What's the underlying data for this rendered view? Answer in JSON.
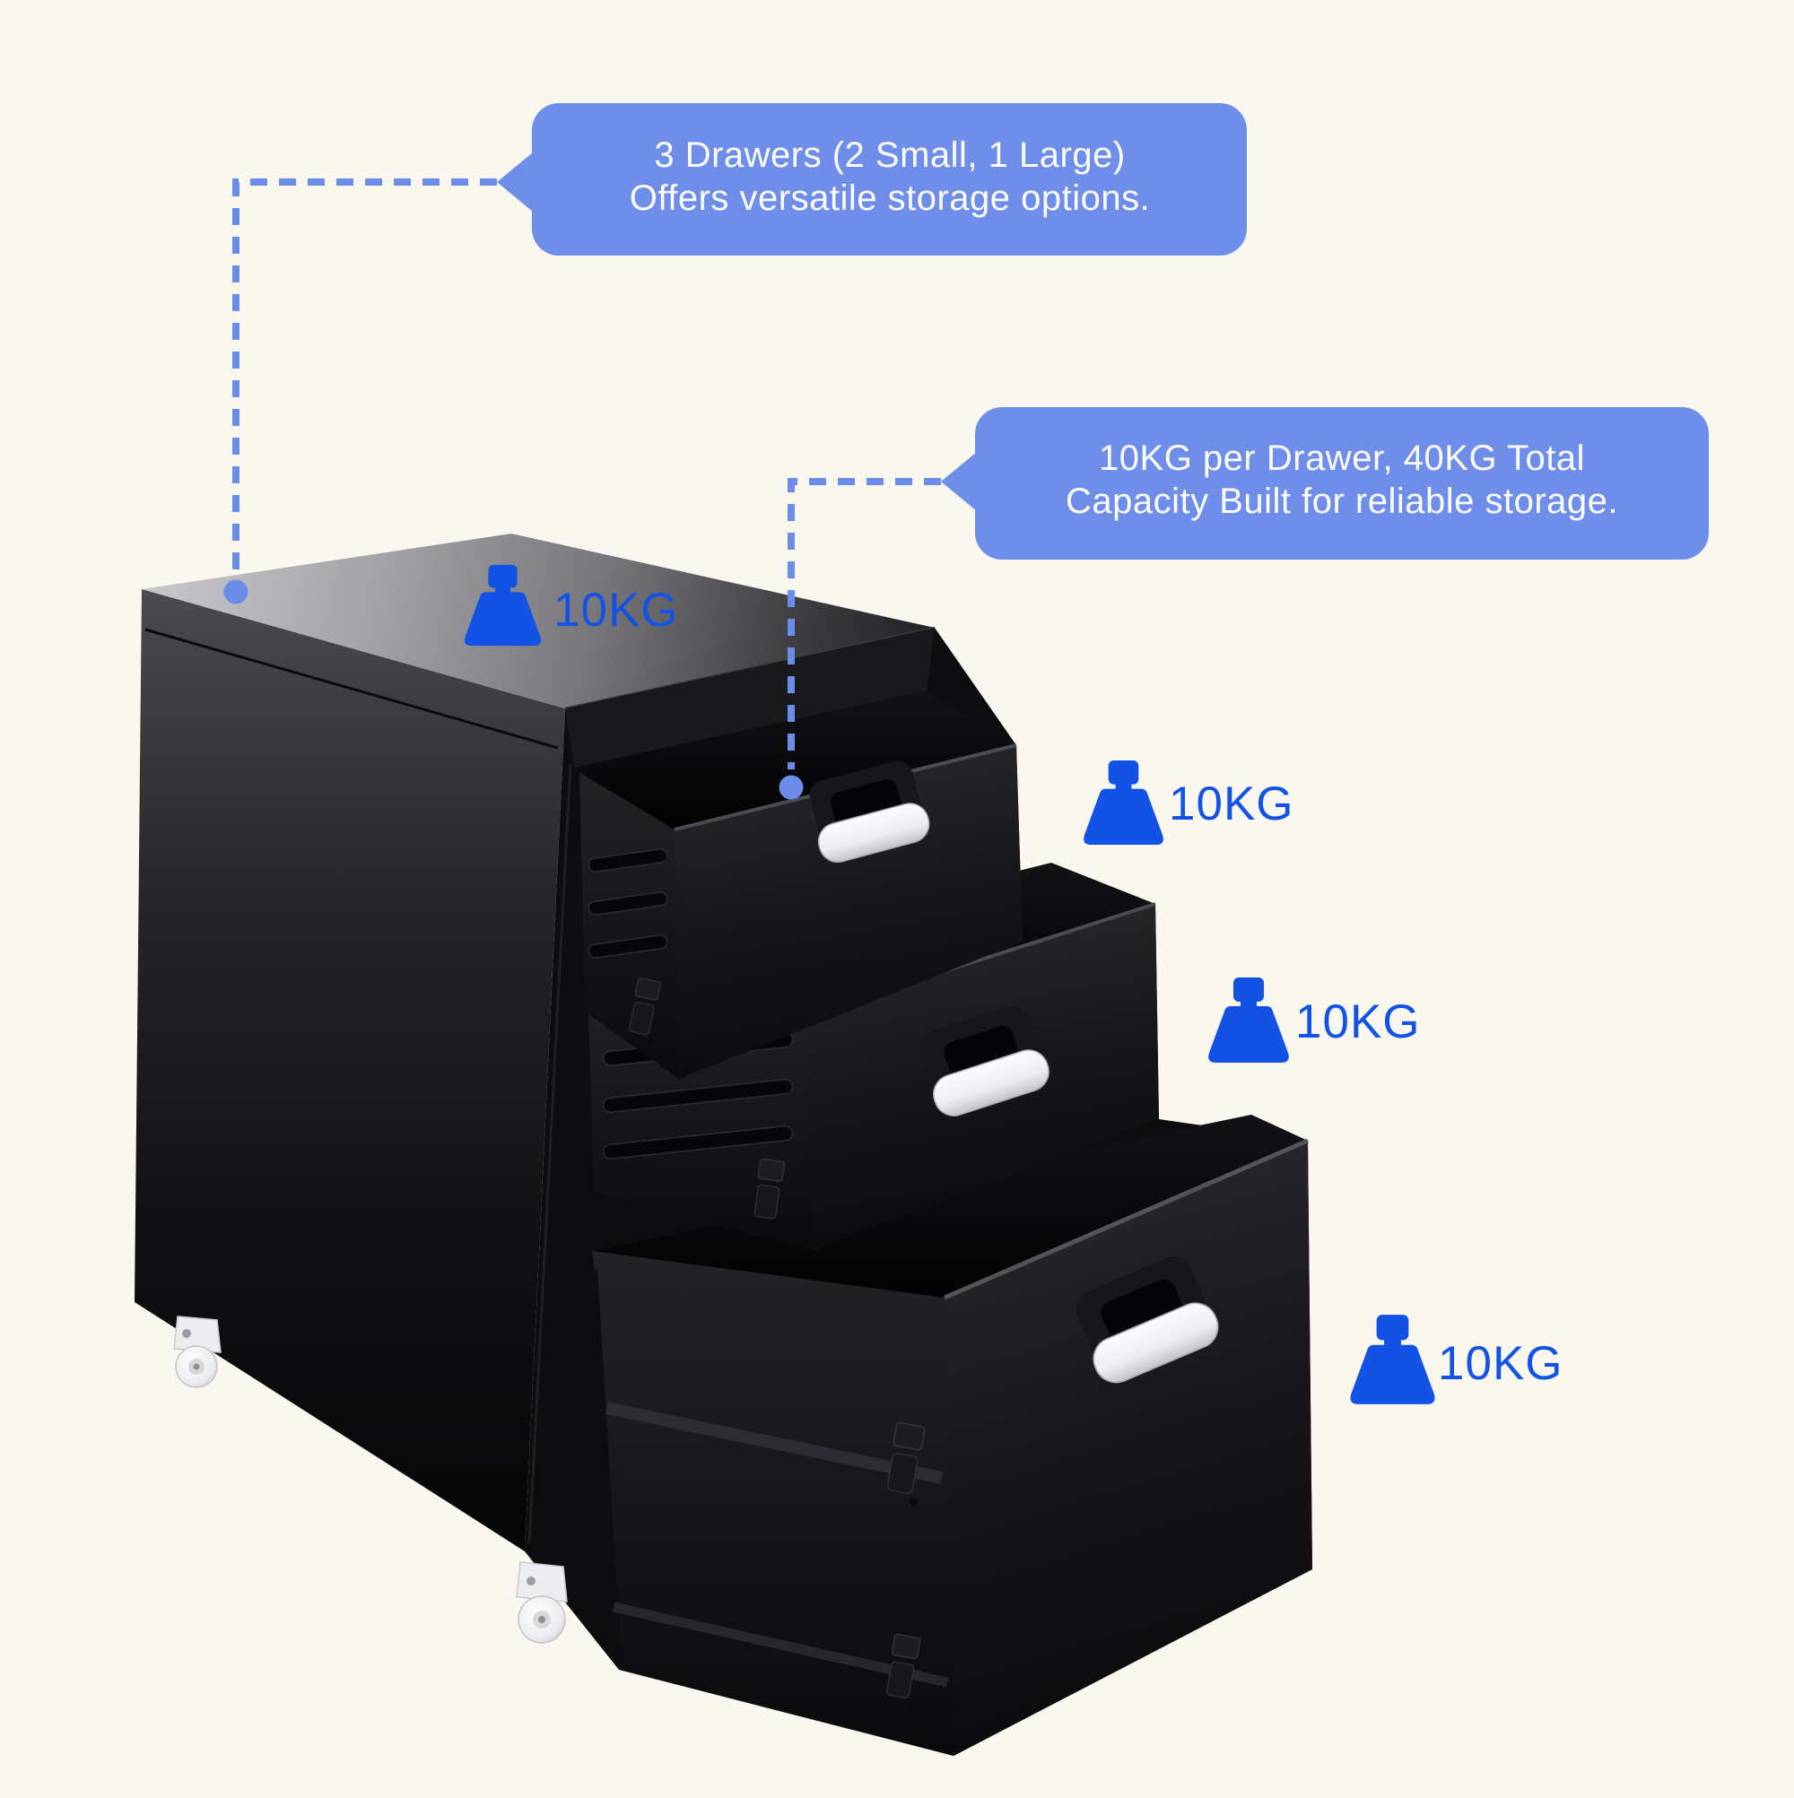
{
  "colors": {
    "background": "#faf8ee",
    "bubble": "#6f8ee9",
    "bubble_text": "#fdfdff",
    "leader": "#6b8ce9",
    "weight_icon": "#1253e6",
    "weight_label": "#1253e6"
  },
  "callouts": {
    "drawers": {
      "line1": "3 Drawers (2 Small, 1 Large)",
      "line2": "Offers versatile storage options."
    },
    "capacity": {
      "line1": "10KG per Drawer, 40KG Total",
      "line2": "Capacity Built for reliable storage."
    }
  },
  "weights": {
    "top_label": "10KG",
    "drawer1_label": "10KG",
    "drawer2_label": "10KG",
    "drawer3_label": "10KG"
  },
  "icons": {
    "weight": "weight-kettlebell-icon"
  }
}
